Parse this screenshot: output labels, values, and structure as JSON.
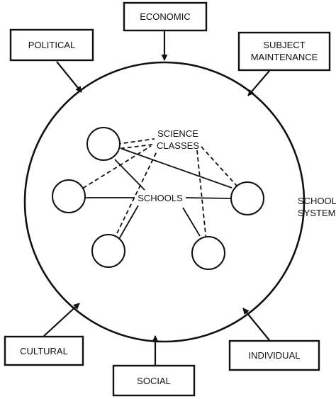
{
  "influences": {
    "economic": "ECONOMIC",
    "political": "POLITICAL",
    "subject_line1": "SUBJECT",
    "subject_line2": "MAINTENANCE",
    "cultural": "CULTURAL",
    "social": "SOCIAL",
    "individual": "INDIVIDUAL"
  },
  "inner_labels": {
    "science_line1": "SCIENCE",
    "science_line2": "CLASSES",
    "schools": "SCHOOLS"
  },
  "outer_label": {
    "line1": "SCHOOL",
    "line2": "SYSTEM"
  }
}
